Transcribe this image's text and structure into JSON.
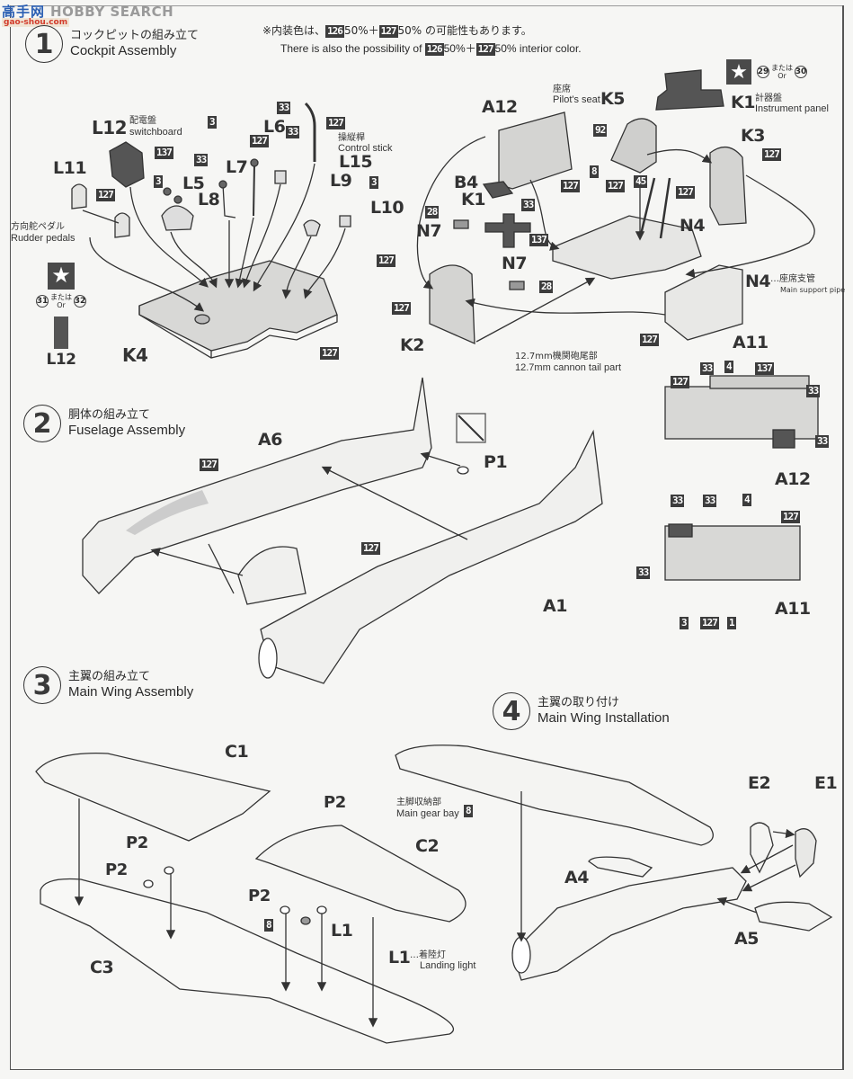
{
  "watermark": {
    "logo": "高手网",
    "brand": "HOBBY SEARCH",
    "sub": "gao-shou.com"
  },
  "note": {
    "jp_prefix": "※内装色は、",
    "jp_suffix": "の可能性もあります。",
    "en_prefix": "There is also the possibility of",
    "en_suffix": "interior color.",
    "color_a": "126",
    "color_b": "127",
    "pct": "50%",
    "plus": "＋"
  },
  "steps": [
    {
      "num": "1",
      "title_jp": "コックピットの組み立て",
      "title_en": "Cockpit Assembly"
    },
    {
      "num": "2",
      "title_jp": "胴体の組み立て",
      "title_en": "Fuselage Assembly"
    },
    {
      "num": "3",
      "title_jp": "主翼の組み立て",
      "title_en": "Main Wing Assembly"
    },
    {
      "num": "4",
      "title_jp": "主翼の取り付け",
      "title_en": "Main Wing Installation"
    }
  ],
  "step1": {
    "parts": {
      "L12": "L12",
      "L11": "L11",
      "L5": "L5",
      "L8": "L8",
      "L7": "L7",
      "L6": "L6",
      "L15": "L15",
      "L9": "L9",
      "L10": "L10",
      "K4": "K4",
      "A12": "A12",
      "K5": "K5",
      "B4": "B4",
      "K1a": "K1",
      "K1b": "K1",
      "N7a": "N7",
      "N7b": "N7",
      "K3": "K3",
      "N4a": "N4",
      "N4b": "N4",
      "K2": "K2",
      "A11": "A11",
      "L12b": "L12"
    },
    "captions": {
      "switchboard_jp": "配電盤",
      "switchboard_en": "switchboard",
      "control_jp": "操縦桿",
      "control_en": "Control stick",
      "rudder_jp": "方向舵ペダル",
      "rudder_en": "Rudder pedals",
      "seat_jp": "座席",
      "seat_en": "Pilot's seat",
      "instrument_jp": "計器盤",
      "instrument_en": "Instrument panel",
      "support_jp": "座席支管",
      "support_en": "Main support pipe",
      "cannon_jp": "12.7mm機関砲尾部",
      "cannon_en": "12.7mm cannon tail part",
      "ellipsis": "…"
    },
    "decals": [
      {
        "a": "29",
        "b": "30",
        "or_jp": "または",
        "or_en": "Or"
      },
      {
        "a": "31",
        "b": "32",
        "or_jp": "または",
        "or_en": "Or"
      }
    ],
    "colors": {
      "c137": "137",
      "c127": "127",
      "c3": "3",
      "c33": "33",
      "c92": "92",
      "c8": "8",
      "c45": "45",
      "c28": "28",
      "c4": "4",
      "c1": "1"
    }
  },
  "details": {
    "a12_label": "A12",
    "a11_label": "A11"
  },
  "step2": {
    "parts": {
      "A6": "A6",
      "P1": "P1",
      "A1": "A1"
    },
    "color": "127"
  },
  "step3": {
    "parts": {
      "C1": "C1",
      "C2": "C2",
      "C3": "C3",
      "P2": "P2",
      "L1": "L1"
    },
    "landing_jp": "着陸灯",
    "landing_en": "Landing light",
    "color8": "8"
  },
  "step4": {
    "parts": {
      "E2": "E2",
      "E1": "E1",
      "A4": "A4",
      "A5": "A5"
    },
    "gearbay_jp": "主脚収納部",
    "gearbay_en": "Main gear bay",
    "color8": "8"
  }
}
